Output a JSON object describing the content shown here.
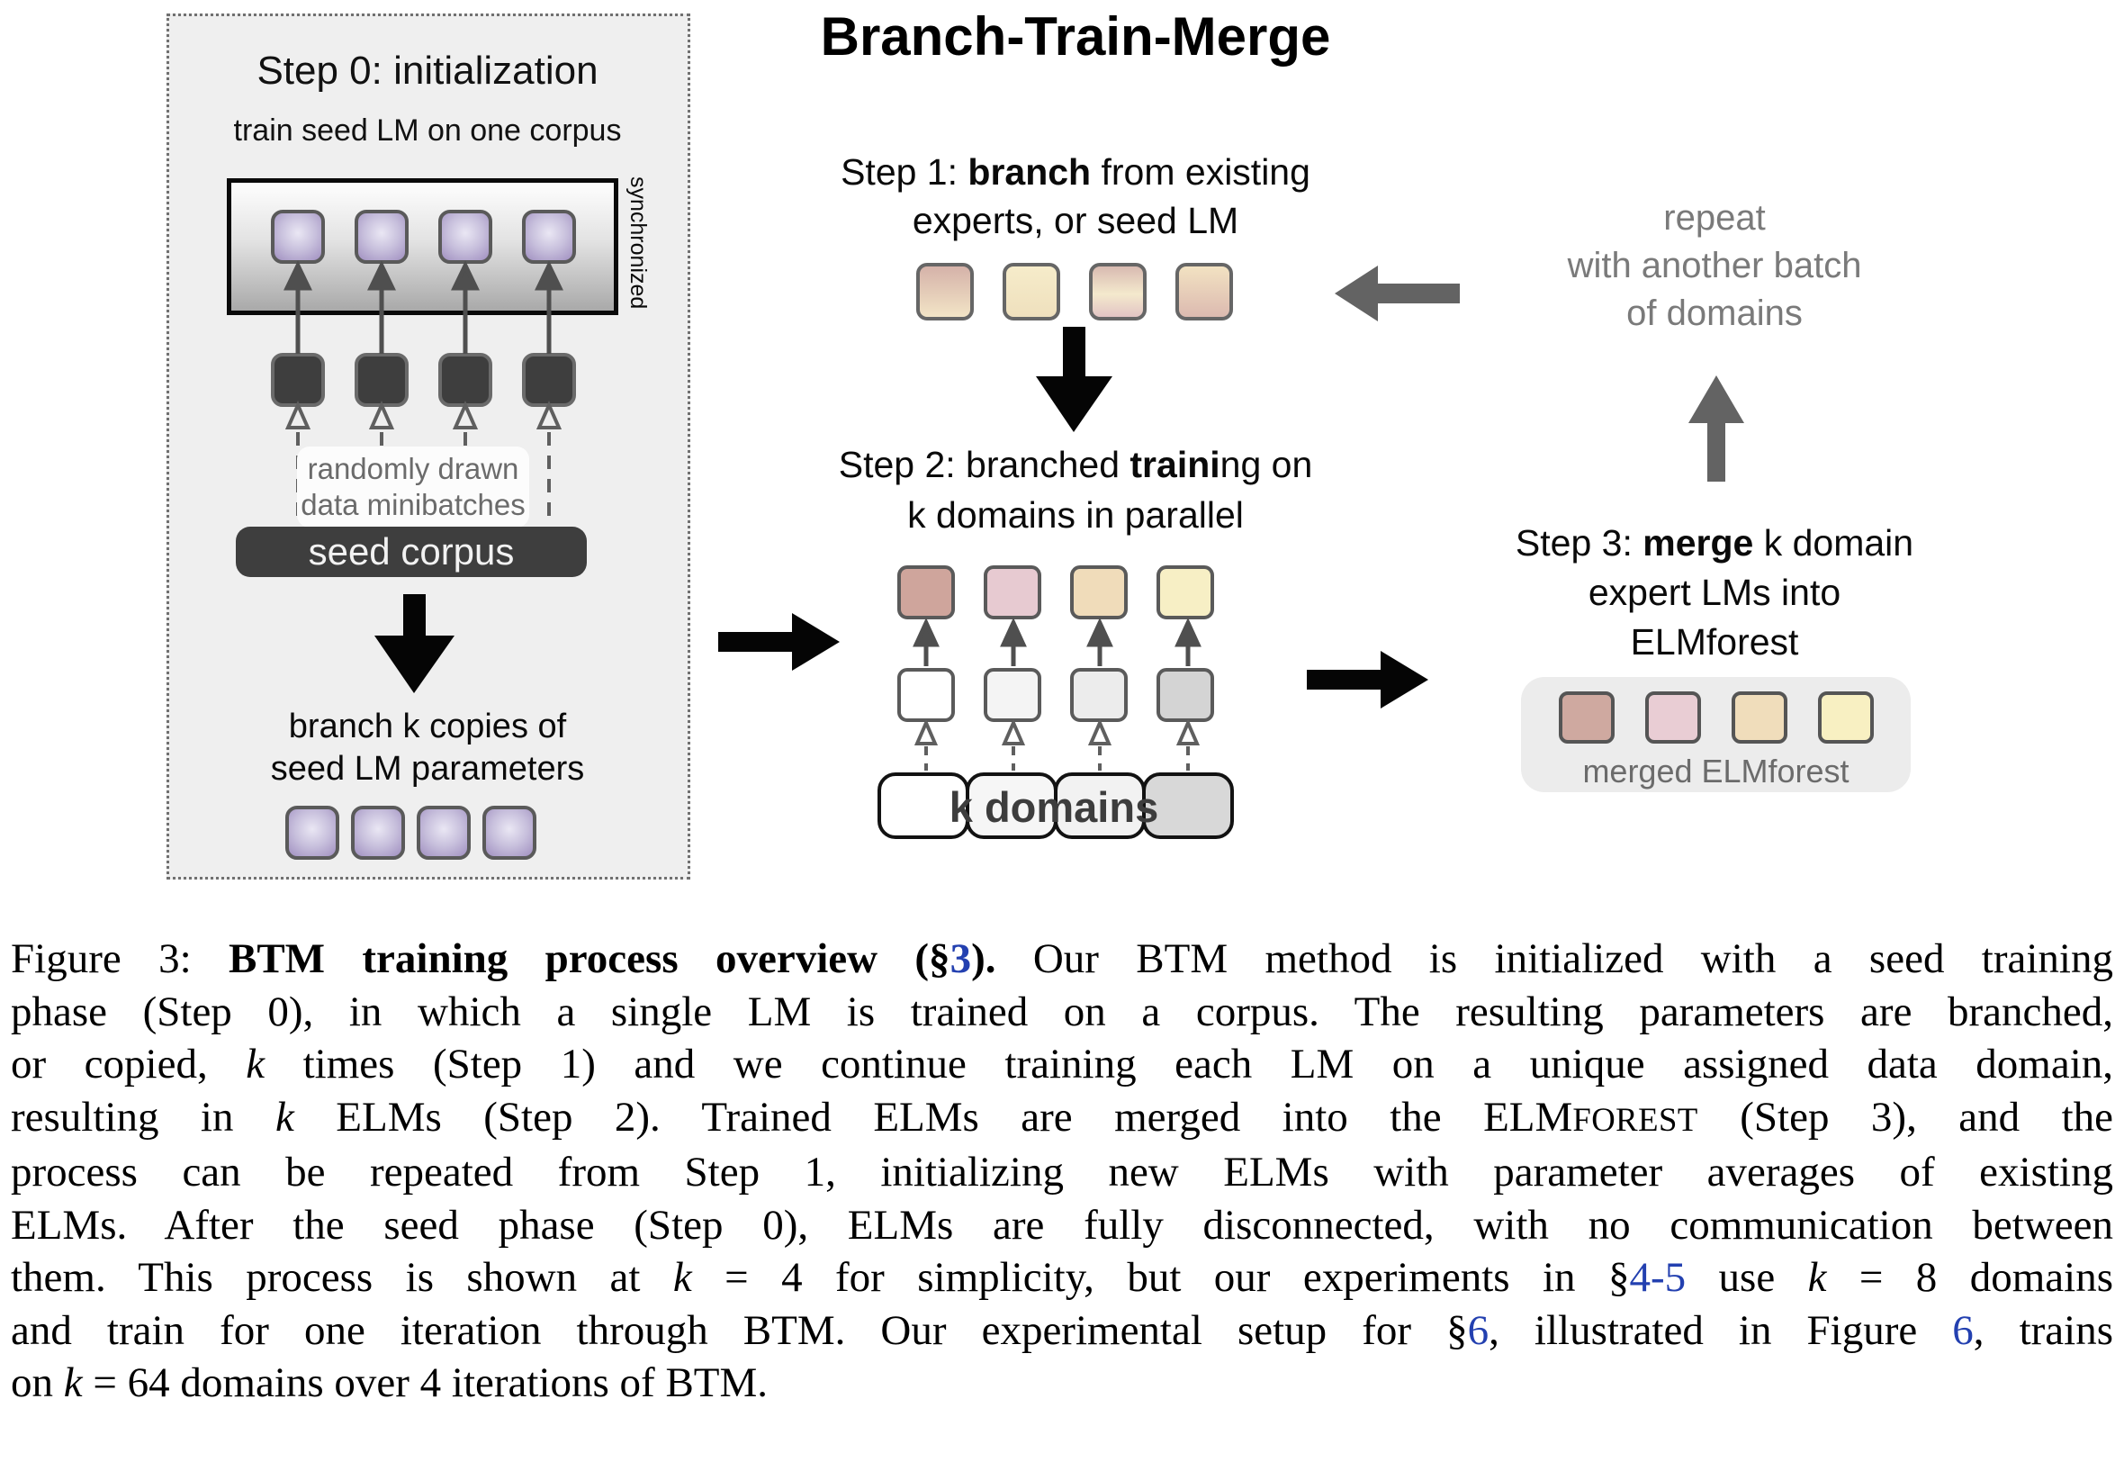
{
  "figure": {
    "title": "Branch-Train-Merge",
    "step0": {
      "title": "Step 0: initialization",
      "subtitle": "train seed LM on one corpus",
      "sync_label": "synchronized",
      "minibatch_note_line1": "randomly drawn",
      "minibatch_note_line2": "data minibatches",
      "seed_corpus_label": "seed corpus",
      "branch_note_line1": "branch k copies of",
      "branch_note_line2": "seed LM parameters",
      "seed_lm_colors": [
        {
          "r": [
            "#eae7f4",
            "#c7bfdc",
            "#a08fc0"
          ]
        },
        {
          "r": [
            "#eae7f4",
            "#c7bfdc",
            "#a08fc0"
          ]
        },
        {
          "r": [
            "#eae7f4",
            "#c7bfdc",
            "#a08fc0"
          ]
        },
        {
          "r": [
            "#eae7f4",
            "#c7bfdc",
            "#a08fc0"
          ]
        }
      ],
      "minibatch_colors": [
        "#3e3e3e",
        "#3e3e3e",
        "#3e3e3e",
        "#3e3e3e"
      ]
    },
    "step1": {
      "heading_segments": [
        [
          "Step 1: ",
          ""
        ],
        [
          "branch",
          "b"
        ],
        [
          " from existing",
          ""
        ]
      ],
      "heading_line2": "experts, or seed LM",
      "square_colors": [
        {
          "g": [
            "#d5b2a9",
            "#f2e4c6"
          ]
        },
        {
          "g": [
            "#f6ecca",
            "#efe0bd"
          ]
        },
        {
          "g": [
            "#d8bab1",
            "#f4e9cd 55%",
            "#e2c4c4"
          ]
        },
        {
          "g": [
            "#f2e2c2",
            "#dcbab0"
          ]
        }
      ]
    },
    "step2": {
      "heading_segments": [
        [
          "Step 2: branched ",
          ""
        ],
        [
          "traini",
          "b"
        ],
        [
          "ng on",
          ""
        ]
      ],
      "heading_line2": "k domains in parallel",
      "expert_colors": [
        "#cfa59c",
        "#e7cad1",
        "#f0dcba",
        "#f7efc5"
      ],
      "base_colors": [
        "#ffffff",
        "#f4f4f4",
        "#ececec",
        "#d4d4d4"
      ],
      "pill_colors": [
        "#ffffff",
        "#f6f6f6",
        "#f2f2f2",
        "#d8d8d8"
      ],
      "k_domains_label": "k domains"
    },
    "step3": {
      "heading_segments": [
        [
          "Step 3: ",
          ""
        ],
        [
          "merge",
          "b"
        ],
        [
          " k domain",
          ""
        ]
      ],
      "heading_line2": "expert LMs into",
      "heading_line3": "ELMforest",
      "merged_colors": [
        "#cfa9a0",
        "#e9cdd4",
        "#f0ddbb",
        "#f8f0c2"
      ],
      "merged_label": "merged ELMforest"
    },
    "repeat_note_line1": "repeat",
    "repeat_note_line2": "with another batch",
    "repeat_note_line3": "of domains"
  },
  "caption": {
    "link_color": "#2340b0",
    "lines": [
      [
        [
          "Figure 3: ",
          ""
        ],
        [
          "BTM training process overview (§",
          "b"
        ],
        [
          "3",
          "b blue"
        ],
        [
          ").",
          "b"
        ],
        [
          " Our BTM method is initialized with a seed training",
          ""
        ]
      ],
      [
        [
          "phase (Step 0), in which a single LM is trained on a corpus. The resulting parameters are branched,",
          ""
        ]
      ],
      [
        [
          "or copied, ",
          ""
        ],
        [
          "k",
          "i"
        ],
        [
          " times (Step 1) and we continue training each LM on a unique assigned data domain,",
          ""
        ]
      ],
      [
        [
          "resulting in ",
          ""
        ],
        [
          "k",
          "i"
        ],
        [
          " ELMs (Step 2). Trained ELMs are merged into the ELM",
          ""
        ],
        [
          "FOREST",
          "sc"
        ],
        [
          " (Step 3), and the",
          ""
        ]
      ],
      [
        [
          "process can be repeated from Step 1, initializing new ELMs with parameter averages of existing",
          ""
        ]
      ],
      [
        [
          "ELMs. After the seed phase (Step 0), ELMs are fully disconnected, with no communication between",
          ""
        ]
      ],
      [
        [
          "them. This process is shown at ",
          ""
        ],
        [
          "k",
          "i"
        ],
        [
          " = 4 for simplicity, but our experiments in §",
          ""
        ],
        [
          "4-5",
          "blue"
        ],
        [
          " use ",
          ""
        ],
        [
          "k",
          "i"
        ],
        [
          " = 8 domains",
          ""
        ]
      ],
      [
        [
          "and train for one iteration through BTM. Our experimental setup for §",
          ""
        ],
        [
          "6",
          "blue"
        ],
        [
          ", illustrated in Figure ",
          ""
        ],
        [
          "6",
          "blue"
        ],
        [
          ", trains",
          ""
        ]
      ],
      [
        [
          "on ",
          ""
        ],
        [
          "k",
          "i"
        ],
        [
          " = 64 domains over 4 iterations of BTM.",
          ""
        ]
      ]
    ]
  }
}
